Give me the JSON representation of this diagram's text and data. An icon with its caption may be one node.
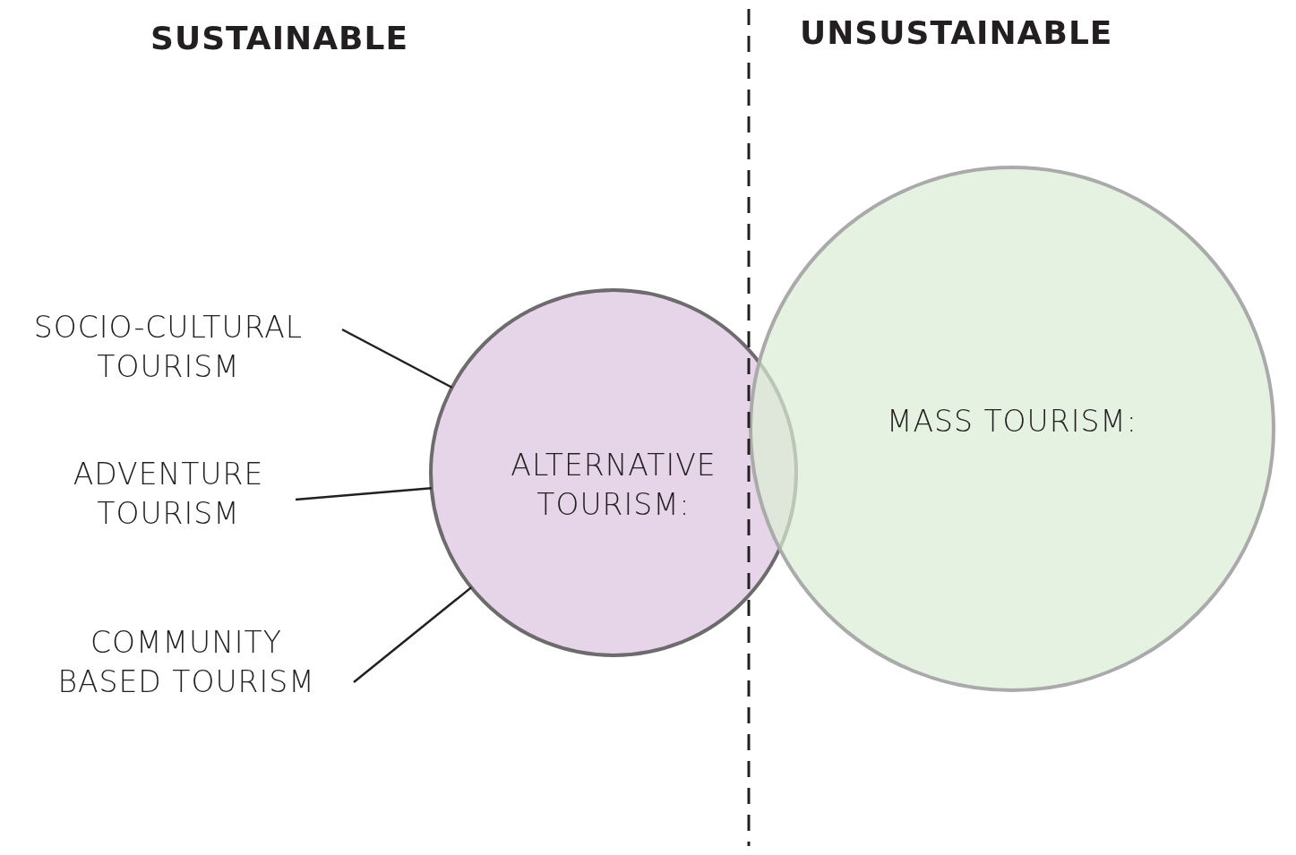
{
  "diagram": {
    "nodes": [
      {
        "text": [
          "SOCIO-CULTURAL TOURISM"
        ]
      },
      {
        "text": [
          "ADVENTURE TOURISM"
        ]
      },
      {
        "text": [
          "COMMUNITY BASED TOURISM"
        ]
      },
      {
        "text": [
          "ALTERNATIVE TOURISM:"
        ]
      },
      {
        "text": [
          "MASS TOURISM:"
        ]
      }
    ],
    "edges": [
      {
        "from": 0,
        "to": 3,
        "arrow": "none"
      },
      {
        "from": 1,
        "to": 3,
        "arrow": "none"
      },
      {
        "from": 2,
        "to": 3,
        "arrow": "none"
      }
    ],
    "labels": [
      "SUSTAINABLE",
      "UNSUSTAINABLE"
    ]
  }
}
